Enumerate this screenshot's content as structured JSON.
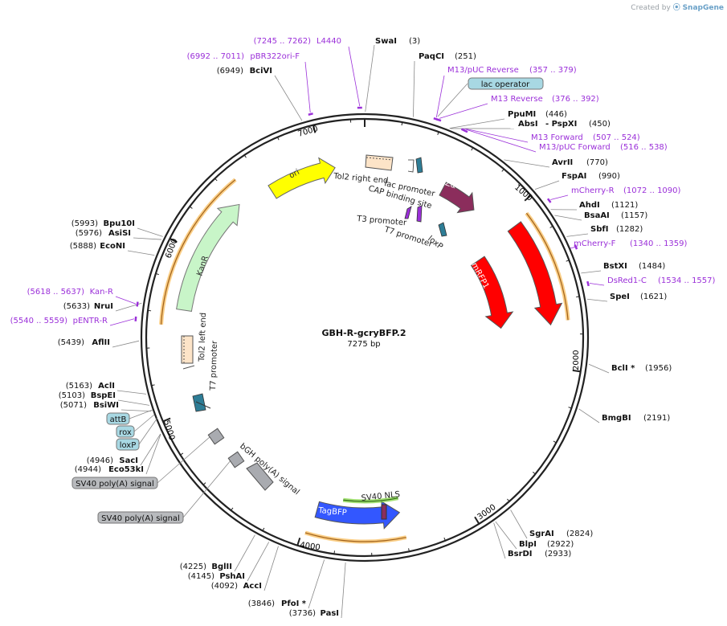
{
  "credit": {
    "prefix": "Created by",
    "brand": "SnapGene"
  },
  "plasmid": {
    "name": "GBH-R-gcryBFP.2",
    "length": "7275 bp"
  },
  "ticks": [
    "1000",
    "2000",
    "3000",
    "4000",
    "5000",
    "6000",
    "7000"
  ],
  "sites_left": [
    {
      "name": "BciVI",
      "pos": "(6949)"
    },
    {
      "name": "Bpu10I",
      "pos": "(5993)"
    },
    {
      "name": "AsiSI",
      "pos": "(5976)"
    },
    {
      "name": "EcoNI",
      "pos": "(5888)"
    },
    {
      "name": "NruI",
      "pos": "(5633)"
    },
    {
      "name": "AflII",
      "pos": "(5439)"
    },
    {
      "name": "AclI",
      "pos": "(5163)"
    },
    {
      "name": "BspEI",
      "pos": "(5103)"
    },
    {
      "name": "BsiWI",
      "pos": "(5071)"
    },
    {
      "name": "SacI",
      "pos": "(4946)"
    },
    {
      "name": "Eco53kI",
      "pos": "(4944)"
    },
    {
      "name": "BglII",
      "pos": "(4225)"
    },
    {
      "name": "PshAI",
      "pos": "(4145)"
    },
    {
      "name": "AccI",
      "pos": "(4092)"
    },
    {
      "name": "PfoI *",
      "pos": "(3846)"
    },
    {
      "name": "PasI",
      "pos": "(3736)"
    }
  ],
  "sites_right": [
    {
      "name": "SwaI",
      "pos": "(3)"
    },
    {
      "name": "PaqCI",
      "pos": "(251)"
    },
    {
      "name": "PpuMI",
      "pos": "(446)"
    },
    {
      "name": "AbsI",
      "pos": ""
    },
    {
      "name": "- PspXI",
      "pos": "(450)"
    },
    {
      "name": "AvrII",
      "pos": "(770)"
    },
    {
      "name": "FspAI",
      "pos": "(990)"
    },
    {
      "name": "AhdI",
      "pos": "(1121)"
    },
    {
      "name": "BsaAI",
      "pos": "(1157)"
    },
    {
      "name": "SbfI",
      "pos": "(1282)"
    },
    {
      "name": "BstXI",
      "pos": "(1484)"
    },
    {
      "name": "SpeI",
      "pos": "(1621)"
    },
    {
      "name": "BclI *",
      "pos": "(1956)"
    },
    {
      "name": "BmgBI",
      "pos": "(2191)"
    },
    {
      "name": "SgrAI",
      "pos": "(2824)"
    },
    {
      "name": "BlpI",
      "pos": "(2922)"
    },
    {
      "name": "BsrDI",
      "pos": "(2933)"
    }
  ],
  "primers": [
    {
      "name": "L4440",
      "pos": "(7245 .. 7262)"
    },
    {
      "name": "pBR322ori-F",
      "pos": "(6992 .. 7011)"
    },
    {
      "name": "M13/pUC Reverse",
      "pos": "(357 .. 379)"
    },
    {
      "name": "M13 Reverse",
      "pos": "(376 .. 392)"
    },
    {
      "name": "M13 Forward",
      "pos": "(507 .. 524)"
    },
    {
      "name": "M13/pUC Forward",
      "pos": "(516 .. 538)"
    },
    {
      "name": "mCherry-R",
      "pos": "(1072 .. 1090)"
    },
    {
      "name": "mCherry-F",
      "pos": "(1340 .. 1359)"
    },
    {
      "name": "DsRed1-C",
      "pos": "(1534 .. 1557)"
    },
    {
      "name": "Kan-R",
      "pos": "(5618 .. 5637)"
    },
    {
      "name": "pENTR-R",
      "pos": "(5540 .. 5559)"
    }
  ],
  "boxed_labels": [
    "lac operator",
    "attB",
    "rox",
    "loxP",
    "SV40 poly(A) signal",
    "SV40 poly(A) signal"
  ],
  "feature_arrows": [
    "ori",
    "lacZα",
    "mRFP1",
    "mRFP1",
    "KanR",
    "TagBFP"
  ],
  "feature_labels": [
    "Tol2 right end",
    "lac promoter",
    "CAP binding site",
    "T3 promoter",
    "T7 promoter",
    "loxP",
    "Tol2 left end",
    "T7 promoter",
    "bGH poly(A) signal",
    "SV40 NLS"
  ],
  "colors": {
    "primer": "#9b30d9",
    "ori": "#ffff00",
    "lacZ": "#8b2d5c",
    "mRFP1": "#ff0000",
    "KanR": "#c8f5c8",
    "TagBFP": "#3357ff",
    "orange_orf": "#f5a623",
    "teal": "#2e7d96",
    "gray_feat": "#a9abb0"
  }
}
